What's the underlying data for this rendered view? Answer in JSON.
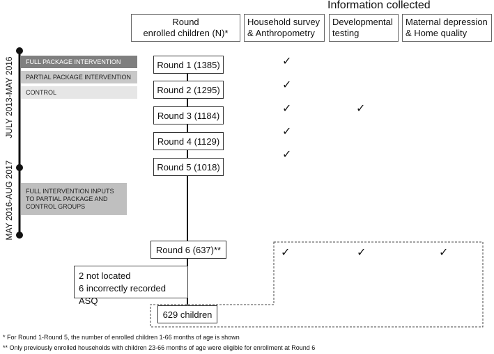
{
  "header": {
    "title": "Information collected",
    "col_round": [
      "Round",
      "enrolled children (N)*"
    ],
    "col_household": [
      "Household survey",
      "& Anthropometry"
    ],
    "col_dev": [
      "Developmental",
      "testing"
    ],
    "col_maternal": [
      "Maternal depression",
      "& Home quality"
    ]
  },
  "timeline": {
    "period1": "JULY 2013-MAY 2016",
    "period2": "MAY 2016-AUG 2017"
  },
  "groups": {
    "full": "FULL PACKAGE INTERVENTION",
    "partial": "PARTIAL PACKAGE INTERVENTION",
    "control": "CONTROL",
    "inputs_line1": "FULL INTERVENTION INPUTS",
    "inputs_line2": "TO PARTIAL PACKAGE AND",
    "inputs_line3": "CONTROL GROUPS"
  },
  "rounds": [
    {
      "label": "Round 1 (1385)"
    },
    {
      "label": "Round 2 (1295)"
    },
    {
      "label": "Round 3 (1184)"
    },
    {
      "label": "Round 4 (1129)"
    },
    {
      "label": "Round 5 (1018)"
    },
    {
      "label": "Round 6 (637)**"
    }
  ],
  "check_symbol": "✓",
  "exclusions": {
    "line1": "2 not located",
    "line2": "6 incorrectly recorded ASQ"
  },
  "final": "629 children",
  "footnotes": {
    "note1": "*   For Round 1-Round 5, the number of enrolled children 1-66 months of age is shown",
    "note2": "** Only previously enrolled households with children 23-66 months of age were eligible for enrollment at Round 6"
  },
  "colors": {
    "full_band": "#7f7f7f",
    "partial_band": "#c8c8c8",
    "control_band": "#e6e6e6",
    "inputs_band": "#bfbfbf"
  }
}
